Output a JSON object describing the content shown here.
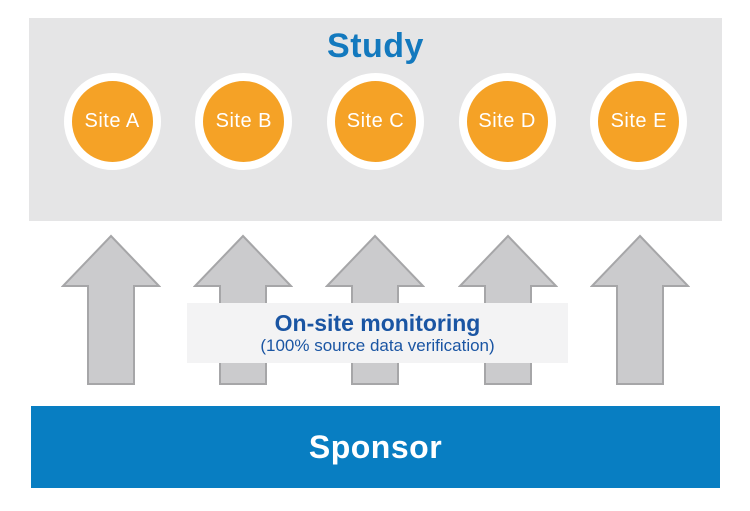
{
  "diagram": {
    "study": {
      "title": "Study",
      "sites": [
        "Site A",
        "Site B",
        "Site C",
        "Site D",
        "Site E"
      ]
    },
    "monitoring": {
      "title": "On-site monitoring",
      "subtitle": "(100% source data verification)"
    },
    "sponsor": {
      "label": "Sponsor"
    },
    "arrows": {
      "count": 5,
      "direction": "up",
      "meaning": "flow from Sponsor to Study sites"
    }
  },
  "colors": {
    "panel-gray": "#e5e5e6",
    "band-gray": "#f3f3f4",
    "site-orange": "#f5a226",
    "study-blue": "#1379be",
    "sponsor-blue": "#087ec2",
    "monitor-blue": "#1a55a3",
    "arrow-fill": "#cbcbcd",
    "arrow-stroke": "#a6a6a8"
  }
}
